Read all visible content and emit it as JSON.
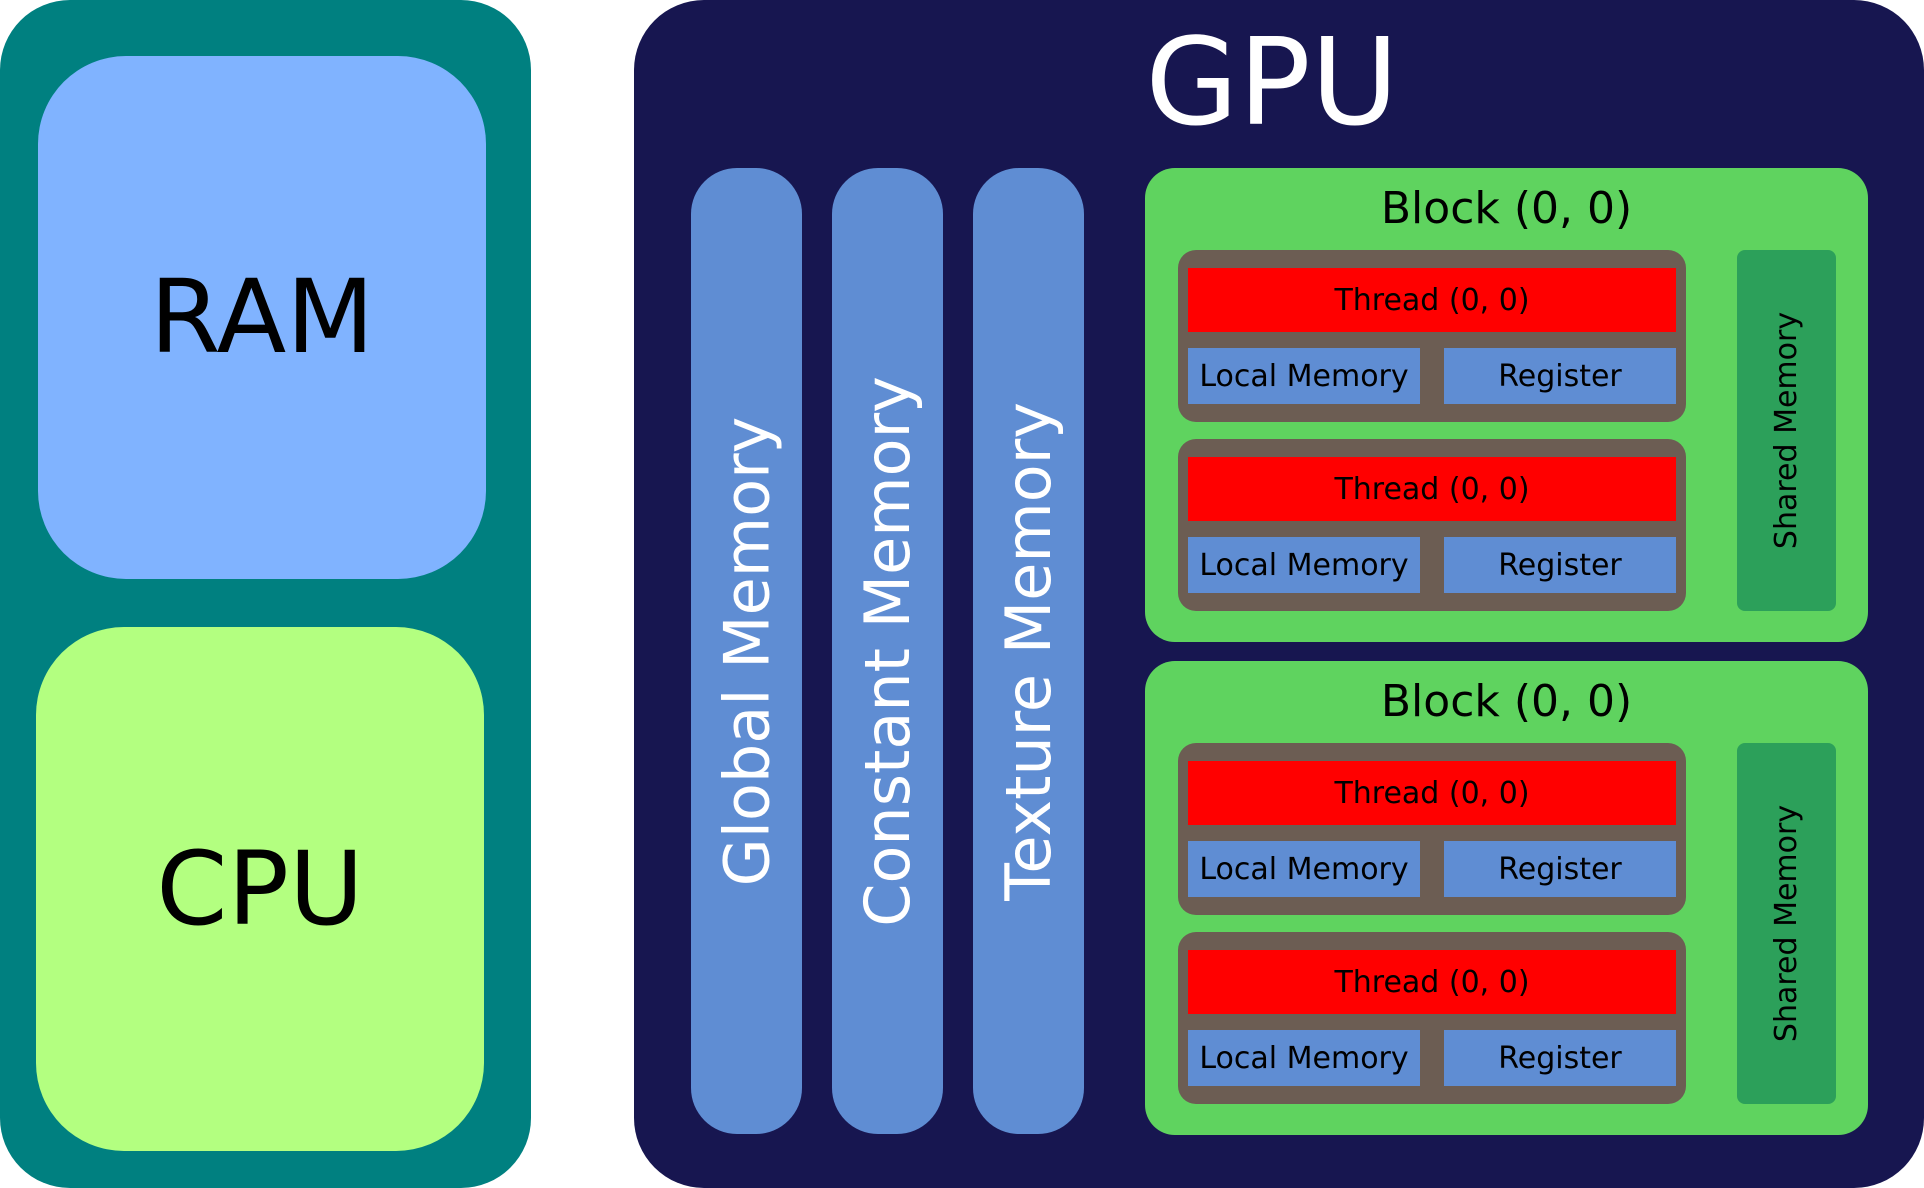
{
  "host": {
    "ram_label": "RAM",
    "cpu_label": "CPU"
  },
  "gpu": {
    "title": "GPU",
    "memories": [
      "Global Memory",
      "Constant Memory",
      "Texture Memory"
    ],
    "blocks": [
      {
        "title": "Block (0, 0)",
        "shared_memory": "Shared Memory",
        "threads": [
          {
            "title": "Thread (0, 0)",
            "local_memory": "Local Memory",
            "register": "Register"
          },
          {
            "title": "Thread (0, 0)",
            "local_memory": "Local Memory",
            "register": "Register"
          }
        ]
      },
      {
        "title": "Block (0, 0)",
        "shared_memory": "Shared Memory",
        "threads": [
          {
            "title": "Thread (0, 0)",
            "local_memory": "Local Memory",
            "register": "Register"
          },
          {
            "title": "Thread (0, 0)",
            "local_memory": "Local Memory",
            "register": "Register"
          }
        ]
      }
    ]
  },
  "colors": {
    "host_bg": "#008080",
    "ram": "#80b3ff",
    "cpu": "#b3ff80",
    "gpu_bg": "#171650",
    "memory": "#5f8dd3",
    "block": "#5fd35f",
    "thread_frame": "#6c5d53",
    "thread_header": "#ff0000",
    "shared_memory": "#2ca05a"
  }
}
